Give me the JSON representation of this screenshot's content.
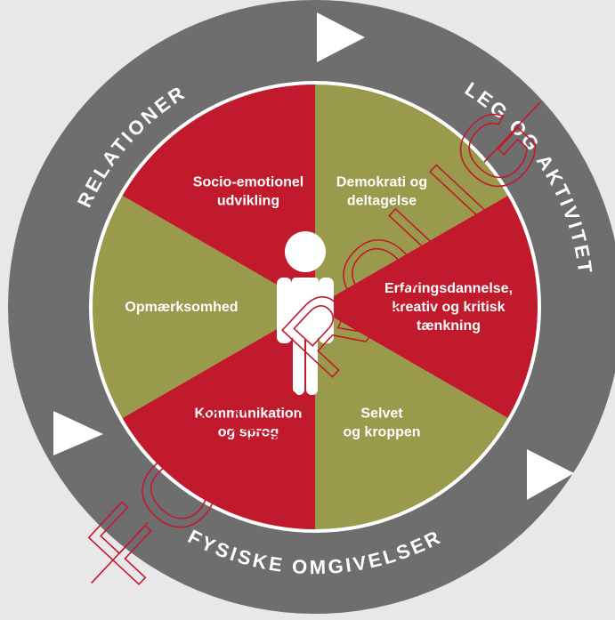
{
  "colors": {
    "background": "#e8e8e8",
    "ring": "#6e6e6e",
    "red": "#c01a2c",
    "olive": "#9a9a4c",
    "white": "#ffffff",
    "watermark": "#c01a2c"
  },
  "ring_labels": {
    "top_left": "RELATIONER",
    "top_right": "LEG OG AKTIVITET",
    "bottom": "FYSISKE OMGIVELSER"
  },
  "segments": [
    {
      "lines": [
        "Socio-emotionel",
        "udvikling"
      ],
      "color": "red"
    },
    {
      "lines": [
        "Demokrati og",
        "deltagelse"
      ],
      "color": "olive"
    },
    {
      "lines": [
        "Erfaringsdannelse,",
        "kreativ og kritisk",
        "tænkning"
      ],
      "color": "red"
    },
    {
      "lines": [
        "Selvet",
        "og kroppen"
      ],
      "color": "olive"
    },
    {
      "lines": [
        "Kommunikation",
        "og sprog"
      ],
      "color": "red"
    },
    {
      "lines": [
        "Opmærksomhed"
      ],
      "color": "olive"
    }
  ],
  "center_icon": "child-figure-icon",
  "arrow_icon": "play-triangle-icon",
  "watermark": "FORTROLIG"
}
